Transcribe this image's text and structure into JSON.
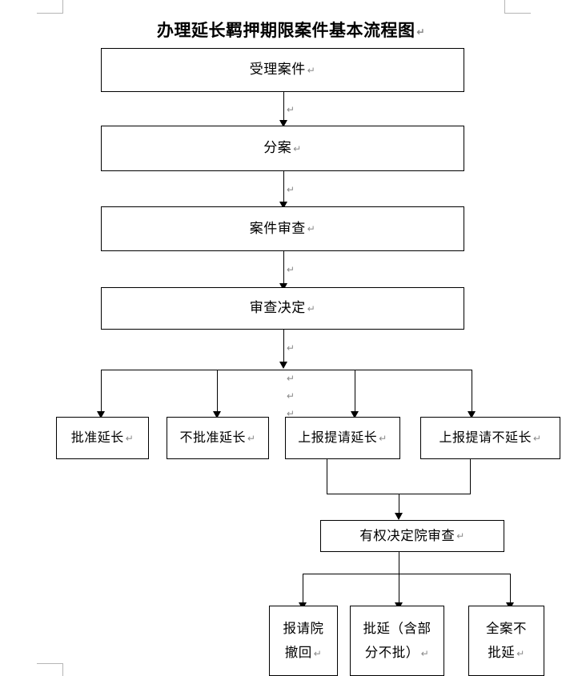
{
  "document": {
    "title": "办理延长羁押期限案件基本流程图",
    "title_pilcrow": "↵",
    "paragraph_mark": "↵"
  },
  "chart_data": {
    "type": "diagram",
    "title": "办理延长羁押期限案件基本流程图",
    "nodes": [
      {
        "id": "n1",
        "label": "受理案件",
        "level": 1
      },
      {
        "id": "n2",
        "label": "分案",
        "level": 2
      },
      {
        "id": "n3",
        "label": "案件审查",
        "level": 3
      },
      {
        "id": "n4",
        "label": "审查决定",
        "level": 4
      },
      {
        "id": "b1",
        "label": "批准延长",
        "level": 5
      },
      {
        "id": "b2",
        "label": "不批准延长",
        "level": 5
      },
      {
        "id": "b3",
        "label": "上报提请延长",
        "level": 5
      },
      {
        "id": "b4",
        "label": "上报提请不延长",
        "level": 5
      },
      {
        "id": "n5",
        "label": "有权决定院审查",
        "level": 6
      },
      {
        "id": "c1",
        "label": "报请院撤回",
        "line1": "报请院",
        "line2": "撤回",
        "level": 7
      },
      {
        "id": "c2",
        "label": "批延（含部分不批）",
        "line1": "批延（含部",
        "line2": "分不批）",
        "level": 7
      },
      {
        "id": "c3",
        "label": "全案不批延",
        "line1": "全案不",
        "line2": "批延",
        "level": 7
      }
    ],
    "edges": [
      {
        "from": "n1",
        "to": "n2"
      },
      {
        "from": "n2",
        "to": "n3"
      },
      {
        "from": "n3",
        "to": "n4"
      },
      {
        "from": "n4",
        "to": "b1"
      },
      {
        "from": "n4",
        "to": "b2"
      },
      {
        "from": "n4",
        "to": "b3"
      },
      {
        "from": "n4",
        "to": "b4"
      },
      {
        "from": "b3",
        "to": "n5"
      },
      {
        "from": "b4",
        "to": "n5"
      },
      {
        "from": "n5",
        "to": "c1"
      },
      {
        "from": "n5",
        "to": "c2"
      },
      {
        "from": "n5",
        "to": "c3"
      }
    ]
  },
  "boxes": {
    "accept_case": "受理案件",
    "assign_case": "分案",
    "case_review": "案件审查",
    "review_decision": "审查决定",
    "approve_extension": "批准延长",
    "deny_extension": "不批准延长",
    "report_request_extension": "上报提请延长",
    "report_request_no_extension": "上报提请不延长",
    "authorized_court_review": "有权决定院审查",
    "withdraw_line1": "报请院",
    "withdraw_line2": "撤回",
    "partial_line1": "批延（含部",
    "partial_line2": "分不批）",
    "full_deny_line1": "全案不",
    "full_deny_line2": "批延"
  },
  "colors": {
    "line": "#000000",
    "text": "#000000",
    "pilcrow": "#8a8a8a",
    "margin_guide": "#b5b5b5",
    "background": "#ffffff"
  }
}
